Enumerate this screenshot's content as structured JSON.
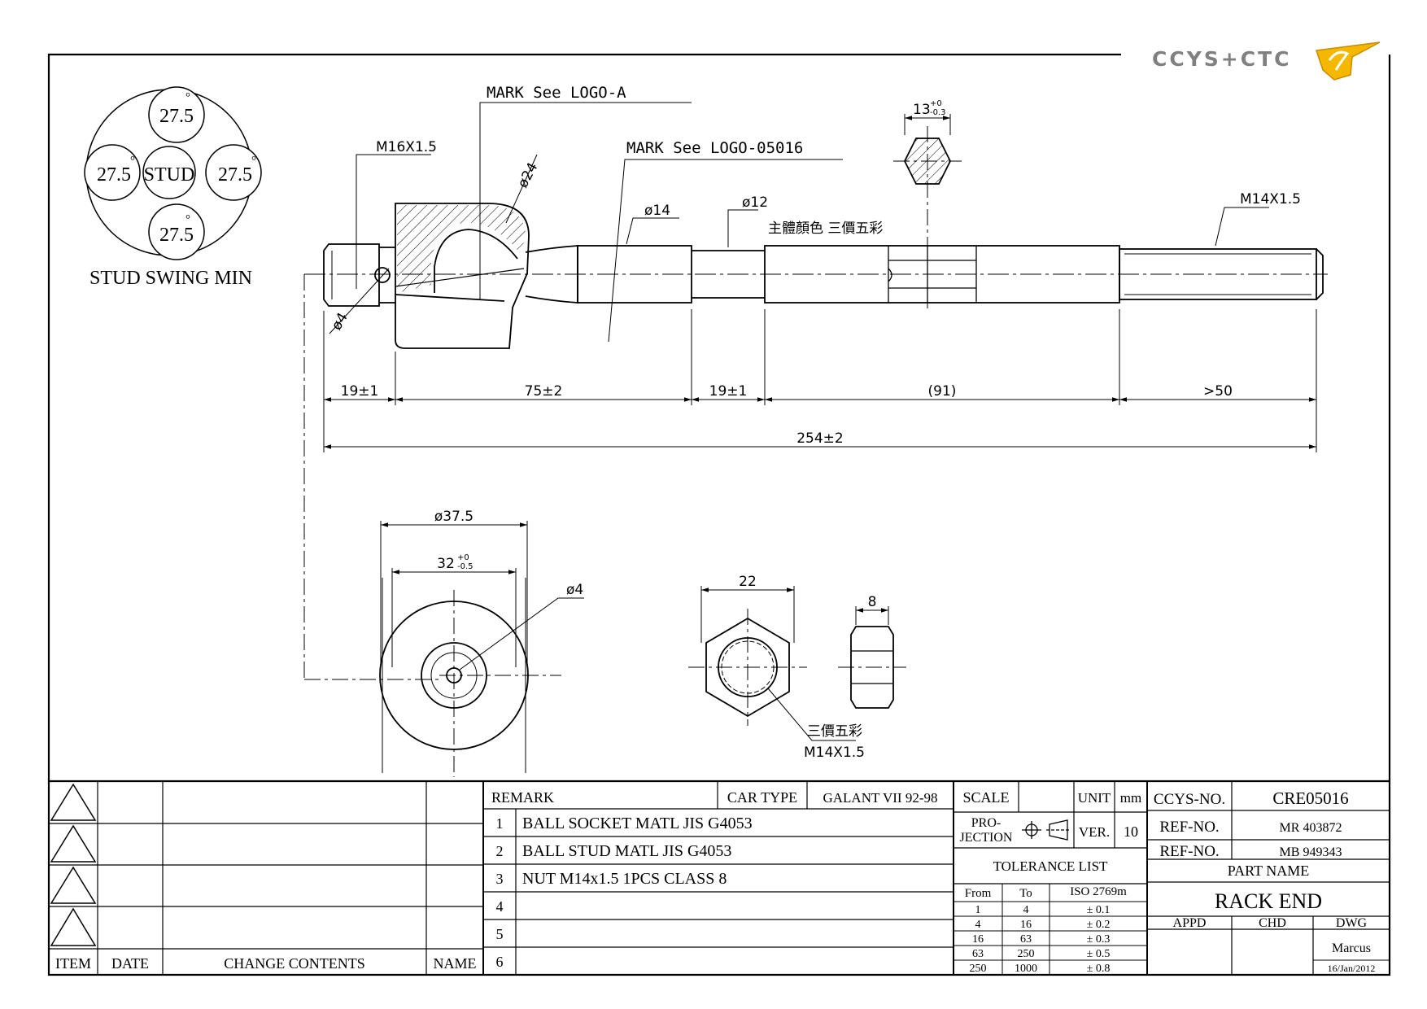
{
  "brand": {
    "logo_text": "CCYS+CTC",
    "logo_colors": {
      "primary": "#808080",
      "accent": "#f5b800",
      "accent_dark": "#c98a00"
    }
  },
  "swing": {
    "stud_label": "STUD",
    "angles": [
      "27.5",
      "27.5",
      "27.5",
      "27.5"
    ],
    "degree_mark": "°",
    "caption": "STUD SWING MIN"
  },
  "main_view": {
    "mark_logo_a": "MARK  See  LOGO-A",
    "mark_logo_05016": "MARK  See  LOGO-05016",
    "thread_left": "M16X1.5",
    "dia_24": "ø24",
    "dia_14": "ø14",
    "dia_12": "ø12",
    "body_color_note": "主體顏色 三價五彩",
    "thread_right": "M14X1.5",
    "dia_4": "ø4",
    "hex_width": "13",
    "hex_tol_upper": "+0",
    "hex_tol_lower": "-0.3",
    "dims": [
      "19±1",
      "75±2",
      "19±1",
      "(91)",
      ">50"
    ],
    "overall": "254±2"
  },
  "socket_view": {
    "dia_375": "ø37.5",
    "dim_32": "32",
    "tol_upper": "+0",
    "tol_lower": "-0.5",
    "dia_4": "ø4"
  },
  "nut_view": {
    "width": "22",
    "thickness": "8",
    "finish_note": "三價五彩",
    "thread": "M14X1.5"
  },
  "revision_table": {
    "headers": {
      "item": "ITEM",
      "date": "DATE",
      "change": "CHANGE CONTENTS",
      "name": "NAME"
    }
  },
  "remark_table": {
    "header": "REMARK",
    "car_type_label": "CAR TYPE",
    "car_type_value": "GALANT VII 92-98",
    "rows": [
      {
        "n": "1",
        "text": "BALL SOCKET MATL JIS G4053"
      },
      {
        "n": "2",
        "text": "BALL STUD MATL JIS G4053"
      },
      {
        "n": "3",
        "text": "NUT M14x1.5 1PCS CLASS 8"
      },
      {
        "n": "4",
        "text": ""
      },
      {
        "n": "5",
        "text": ""
      },
      {
        "n": "6",
        "text": ""
      }
    ]
  },
  "spec_block": {
    "scale_label": "SCALE",
    "scale_value": "",
    "unit_label": "UNIT",
    "unit_value": "mm",
    "projection_label_1": "PRO-",
    "projection_label_2": "JECTION",
    "ver_label": "VER.",
    "ver_value": "10",
    "tolerance_title": "TOLERANCE LIST",
    "tolerance_headers": [
      "From",
      "To",
      "ISO 2769m"
    ],
    "tolerance_rows": [
      [
        "1",
        "4",
        "± 0.1"
      ],
      [
        "4",
        "16",
        "± 0.2"
      ],
      [
        "16",
        "63",
        "± 0.3"
      ],
      [
        "63",
        "250",
        "± 0.5"
      ],
      [
        "250",
        "1000",
        "± 0.8"
      ]
    ]
  },
  "title_block": {
    "ccys_label": "CCYS-NO.",
    "ccys_value": "CRE05016",
    "ref_label_1": "REF-NO.",
    "ref_value_1": "MR 403872",
    "ref_label_2": "REF-NO.",
    "ref_value_2": "MB 949343",
    "part_name_label": "PART NAME",
    "part_name": "RACK END",
    "appd": "APPD",
    "chd": "CHD",
    "dwg": "DWG",
    "dwg_name": "Marcus",
    "dwg_date": "16/Jan/2012"
  }
}
